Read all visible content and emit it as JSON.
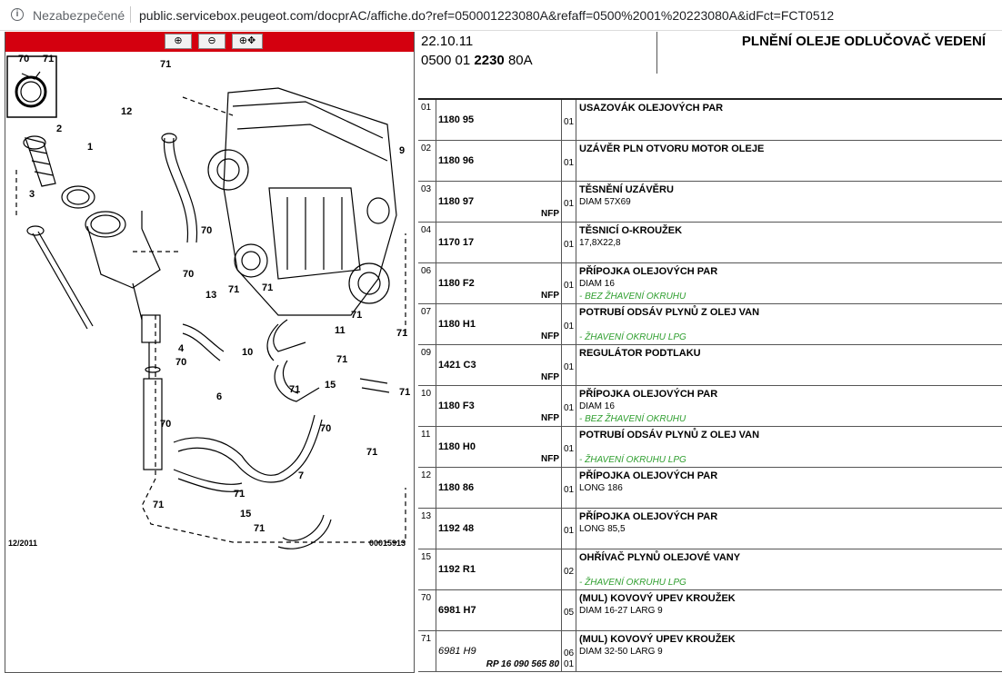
{
  "browser": {
    "security": "Nezabezpečené",
    "url": "public.servicebox.peugeot.com/docprAC/affiche.do?ref=050001223080A&refaff=0500%2001%20223080A&idFct=FCT0512"
  },
  "toolbar": {
    "zoom_in": "⊕",
    "zoom_out": "⊖",
    "zoom_fit": "⊕✥"
  },
  "diagram": {
    "date": "12/2011",
    "number": "00015913",
    "inset_labels": [
      "70",
      "71"
    ],
    "callouts": {
      "c71a": "71",
      "c12": "12",
      "c2": "2",
      "c1": "1",
      "c3": "3",
      "c9": "9",
      "c70a": "70",
      "c70b": "70",
      "c13": "13",
      "c71b": "71",
      "c71c": "71",
      "c4": "4",
      "c70c": "70",
      "c71d": "71",
      "c10": "10",
      "c11": "11",
      "c71e": "71",
      "c71f": "71",
      "c71g": "71",
      "c15a": "15",
      "c71h": "71",
      "c6": "6",
      "c70d": "70",
      "c70e": "70",
      "c71i": "71",
      "c7": "7",
      "c71j": "71",
      "c15b": "15",
      "c71k": "71",
      "c71l": "71"
    }
  },
  "header": {
    "date": "22.10.11",
    "ref_prefix": "0500 01",
    "ref_bold": "2230",
    "ref_suffix": "80A",
    "title": "PLNĚNÍ OLEJE ODLUČOVAČ VEDENÍ"
  },
  "parts": [
    {
      "pos": "01",
      "ref": "1180 95",
      "nfp": "",
      "qty": "01",
      "name": "USAZOVÁK OLEJOVÝCH PAR",
      "desc": "",
      "note": "",
      "italic": false,
      "rp": ""
    },
    {
      "pos": "02",
      "ref": "1180 96",
      "nfp": "",
      "qty": "01",
      "name": "UZÁVĚR PLN OTVORU MOTOR OLEJE",
      "desc": "",
      "note": "",
      "italic": false,
      "rp": ""
    },
    {
      "pos": "03",
      "ref": "1180 97",
      "nfp": "NFP",
      "qty": "01",
      "name": "TĚSNĚNÍ UZÁVĚRU",
      "desc": "DIAM 57X69",
      "note": "",
      "italic": false,
      "rp": ""
    },
    {
      "pos": "04",
      "ref": "1170 17",
      "nfp": "",
      "qty": "01",
      "name": "TĚSNICÍ O-KROUŽEK",
      "desc": "17,8X22,8",
      "note": "",
      "italic": false,
      "rp": ""
    },
    {
      "pos": "06",
      "ref": "1180 F2",
      "nfp": "NFP",
      "qty": "01",
      "name": "PŘÍPOJKA OLEJOVÝCH PAR",
      "desc": "DIAM 16",
      "note": "- BEZ ŽHAVENÍ OKRUHU",
      "italic": false,
      "rp": ""
    },
    {
      "pos": "07",
      "ref": "1180 H1",
      "nfp": "NFP",
      "qty": "01",
      "name": "POTRUBÍ ODSÁV PLYNŮ Z OLEJ VAN",
      "desc": "",
      "note": "- ŽHAVENÍ OKRUHU LPG",
      "italic": false,
      "rp": ""
    },
    {
      "pos": "09",
      "ref": "1421 C3",
      "nfp": "NFP",
      "qty": "01",
      "name": "REGULÁTOR PODTLAKU",
      "desc": "",
      "note": "",
      "italic": false,
      "rp": ""
    },
    {
      "pos": "10",
      "ref": "1180 F3",
      "nfp": "NFP",
      "qty": "01",
      "name": "PŘÍPOJKA OLEJOVÝCH PAR",
      "desc": "DIAM 16",
      "note": "- BEZ ŽHAVENÍ OKRUHU",
      "italic": false,
      "rp": ""
    },
    {
      "pos": "11",
      "ref": "1180 H0",
      "nfp": "NFP",
      "qty": "01",
      "name": "POTRUBÍ ODSÁV PLYNŮ Z OLEJ VAN",
      "desc": "",
      "note": "- ŽHAVENÍ OKRUHU LPG",
      "italic": false,
      "rp": ""
    },
    {
      "pos": "12",
      "ref": "1180 86",
      "nfp": "",
      "qty": "01",
      "name": "PŘÍPOJKA OLEJOVÝCH PAR",
      "desc": "LONG 186",
      "note": "",
      "italic": false,
      "rp": ""
    },
    {
      "pos": "13",
      "ref": "1192 48",
      "nfp": "",
      "qty": "01",
      "name": "PŘÍPOJKA OLEJOVÝCH PAR",
      "desc": "LONG 85,5",
      "note": "",
      "italic": false,
      "rp": ""
    },
    {
      "pos": "15",
      "ref": "1192 R1",
      "nfp": "",
      "qty": "02",
      "name": "OHŘÍVAČ PLYNŮ OLEJOVÉ VANY",
      "desc": "",
      "note": "- ŽHAVENÍ OKRUHU LPG",
      "italic": false,
      "rp": ""
    },
    {
      "pos": "70",
      "ref": "6981 H7",
      "nfp": "",
      "qty": "05",
      "name": "(MUL) KOVOVÝ UPEV KROUŽEK",
      "desc": "DIAM 16-27 LARG 9",
      "note": "",
      "italic": false,
      "rp": ""
    },
    {
      "pos": "71",
      "ref": "6981 H9",
      "nfp": "",
      "qty": "06",
      "name": "(MUL) KOVOVÝ UPEV KROUŽEK",
      "desc": "DIAM 32-50 LARG 9",
      "note": "",
      "italic": true,
      "rp": "RP 16 090 565 80",
      "qty2": "01"
    }
  ]
}
